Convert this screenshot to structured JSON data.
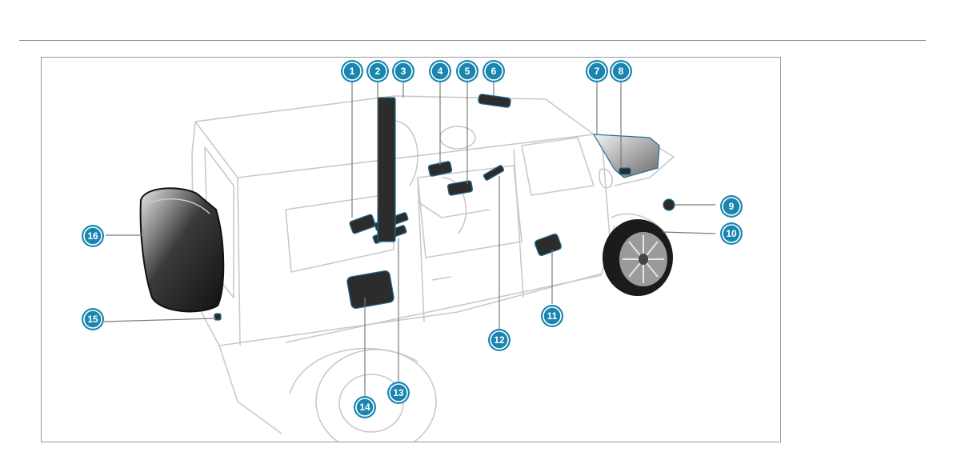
{
  "page": {
    "colors": {
      "accent": "#1a86b0",
      "callout_ring": "#ffffff",
      "line": "#7a7a7a",
      "highlight": "#1f6f96"
    }
  },
  "figure": {
    "callouts": [
      {
        "label": "1"
      },
      {
        "label": "2"
      },
      {
        "label": "3"
      },
      {
        "label": "4"
      },
      {
        "label": "5"
      },
      {
        "label": "6"
      },
      {
        "label": "7"
      },
      {
        "label": "8"
      },
      {
        "label": "9"
      },
      {
        "label": "10"
      },
      {
        "label": "11"
      },
      {
        "label": "12"
      },
      {
        "label": "13"
      },
      {
        "label": "14"
      },
      {
        "label": "15"
      },
      {
        "label": "16"
      }
    ]
  }
}
